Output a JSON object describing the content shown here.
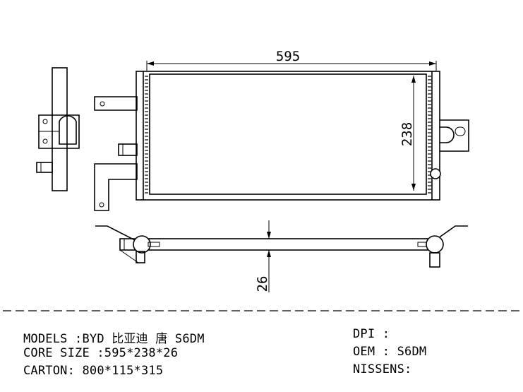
{
  "dimensions": {
    "width_label": "595",
    "height_label": "238",
    "thickness_label": "26"
  },
  "specs": {
    "models": "MODELS :BYD 比亚迪 唐 S6DM",
    "core_size": "CORE SIZE :595*238*26",
    "carton": "CARTON: 800*115*315",
    "dpi": "DPI :",
    "oem": "OEM : S6DM",
    "nissens": "NISSENS:"
  }
}
